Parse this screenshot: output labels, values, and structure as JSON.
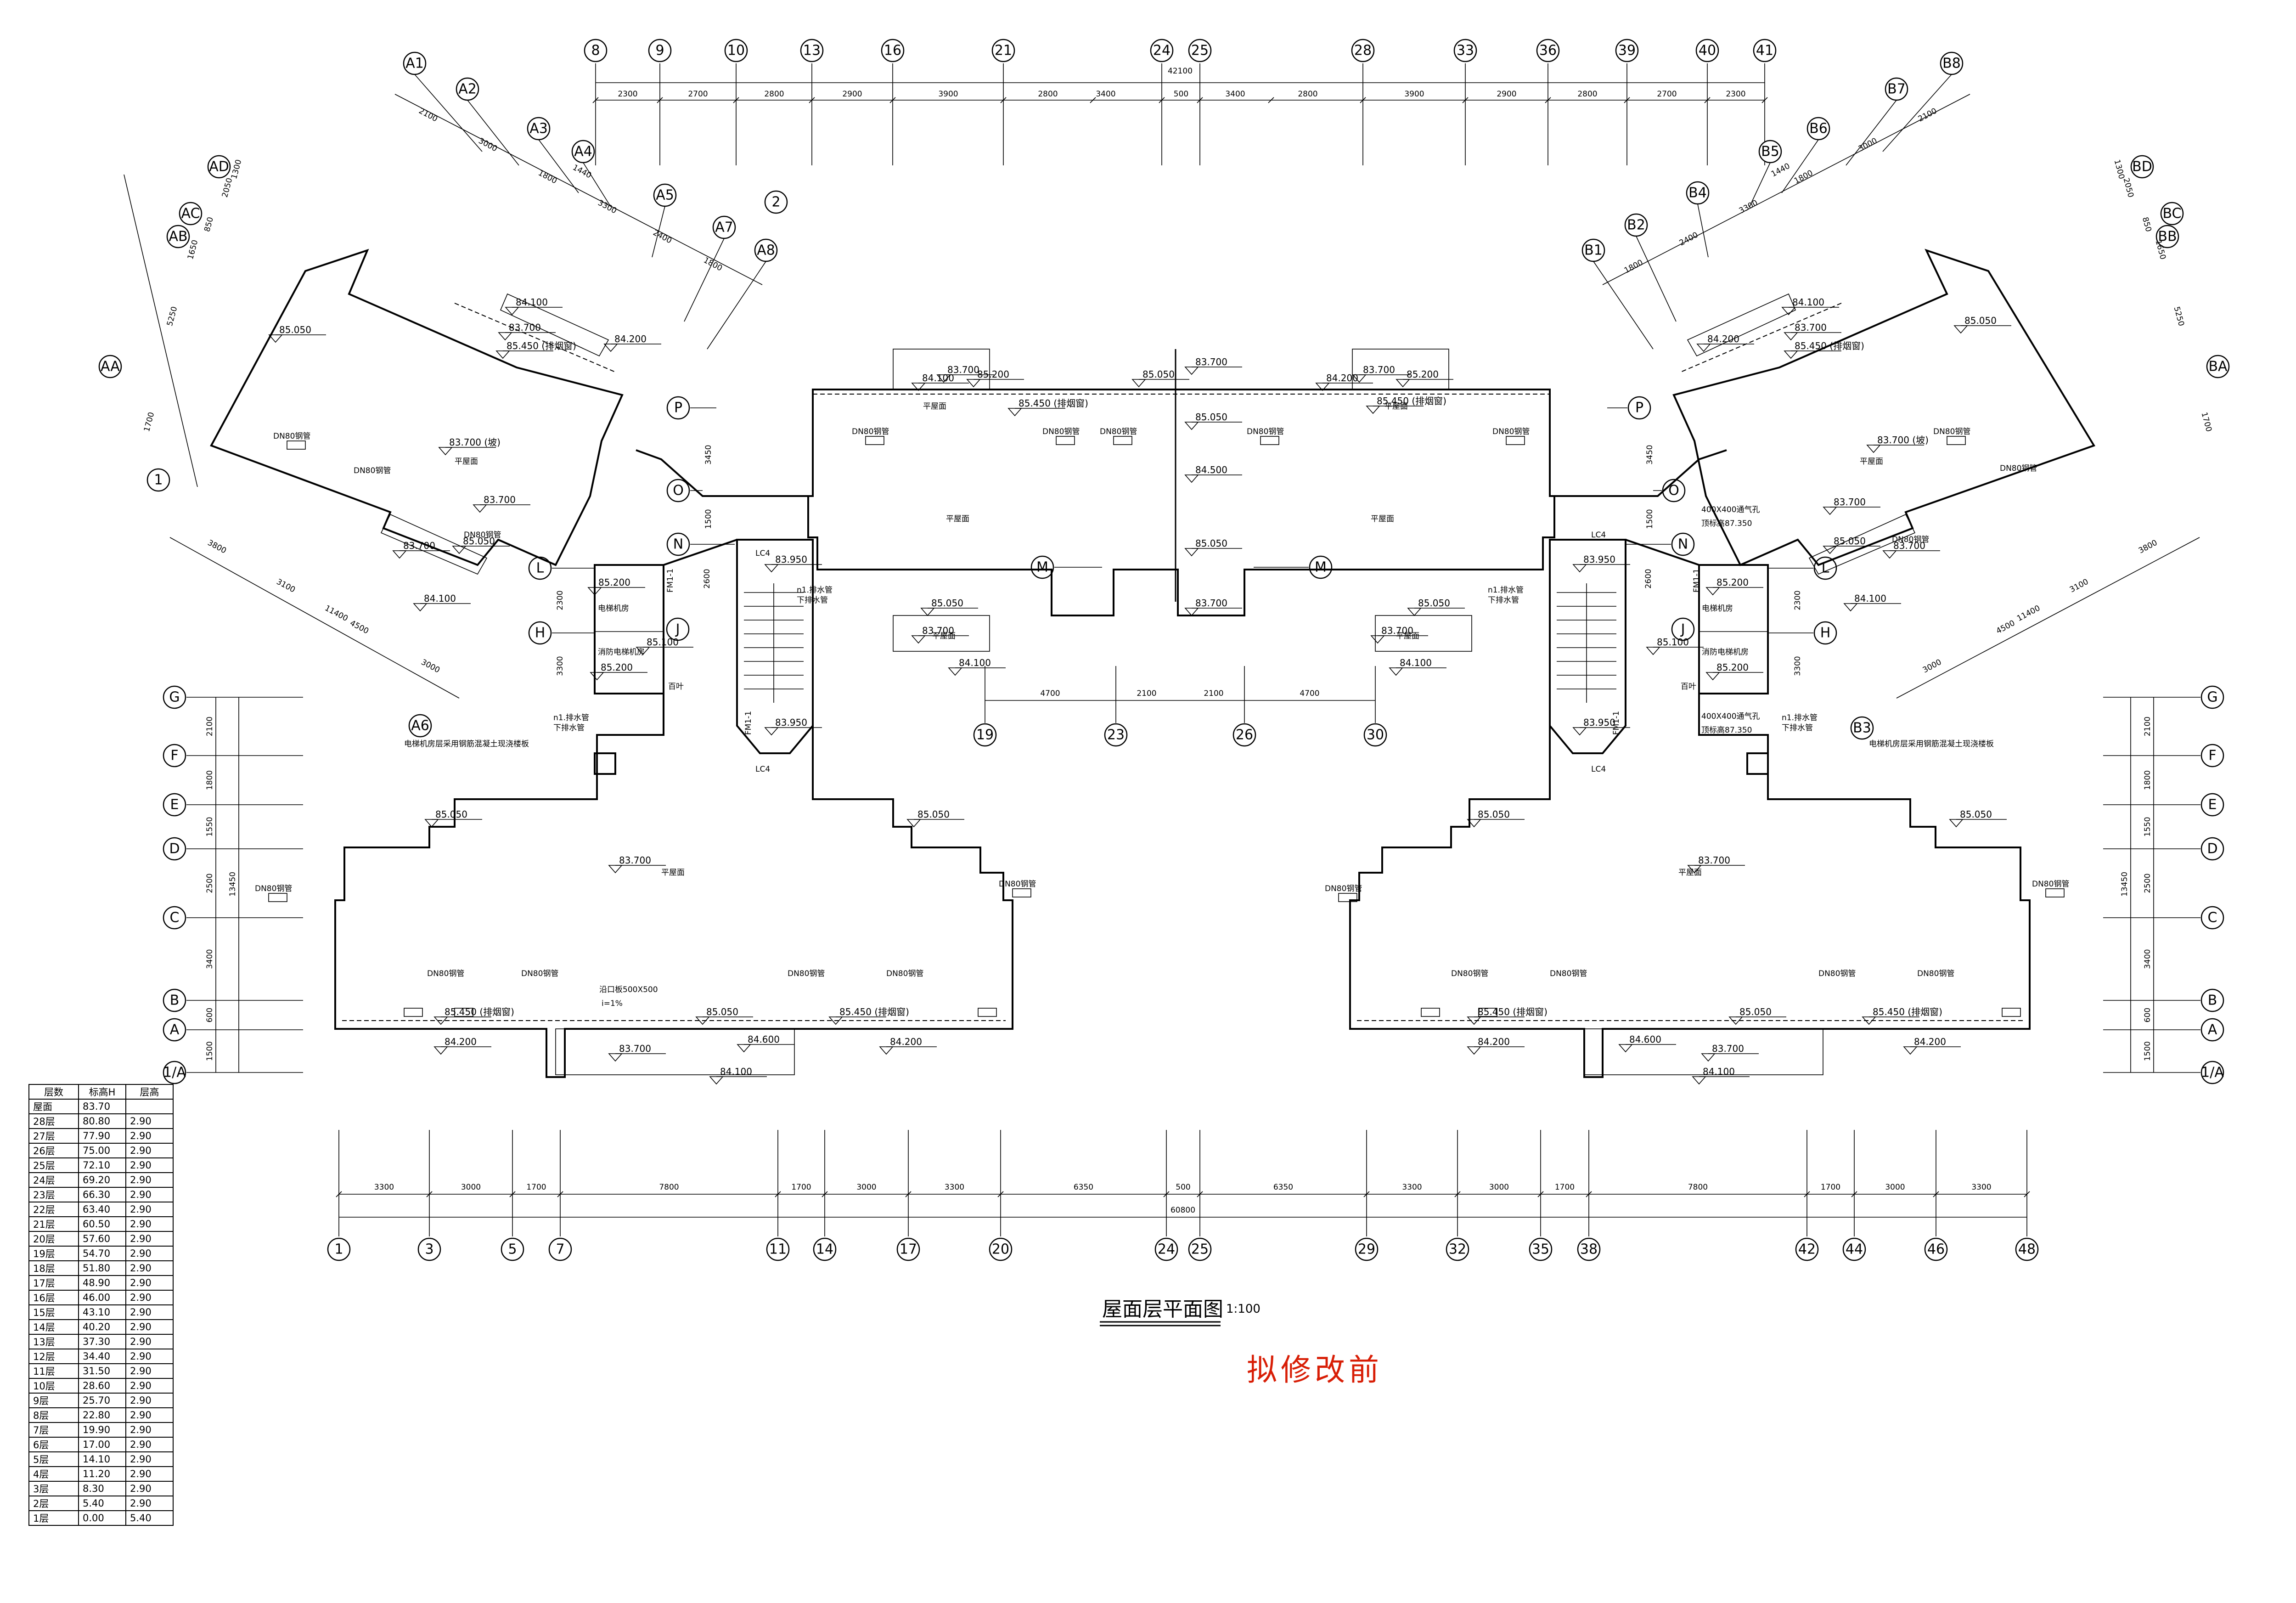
{
  "drawing": {
    "title": "屋面层平面图",
    "scale": "1:100",
    "stamp": "拟修改前",
    "stamp_color": "#d81e06",
    "line_color": "#000000",
    "background": "#ffffff"
  },
  "top_axes": [
    "8",
    "9",
    "10",
    "13",
    "16",
    "21",
    "24",
    "25",
    "28",
    "33",
    "36",
    "39",
    "40",
    "41"
  ],
  "top_dims": [
    "2300",
    "2700",
    "2800",
    "2900",
    "3900",
    "2800",
    "3400",
    "500",
    "3400",
    "2800",
    "3900",
    "2900",
    "2800",
    "2700",
    "2300"
  ],
  "top_total": "42100",
  "bottom_axes": [
    "1",
    "3",
    "5",
    "7",
    "11",
    "14",
    "17",
    "20",
    "24",
    "25",
    "29",
    "32",
    "35",
    "38",
    "42",
    "44",
    "46",
    "48"
  ],
  "bottom_dims": [
    "3300",
    "3000",
    "1700",
    "7800",
    "1700",
    "3000",
    "3300",
    "6350",
    "500",
    "6350",
    "3300",
    "3000",
    "1700",
    "7800",
    "1700",
    "3000",
    "3300"
  ],
  "bottom_total": "60800",
  "left_axes": [
    "G",
    "F",
    "E",
    "D",
    "C",
    "B",
    "A",
    "1/A"
  ],
  "left_dims": [
    "2100",
    "1800",
    "1550",
    "2500",
    "3400",
    "600",
    "1500"
  ],
  "left_total": "13450",
  "right_axes": [
    "G",
    "F",
    "E",
    "D",
    "C",
    "B",
    "A",
    "1/A"
  ],
  "right_dims": [
    "2100",
    "1800",
    "1550",
    "2500",
    "3400",
    "600",
    "1500"
  ],
  "right_total": "13450",
  "mid_axes": [
    "19",
    "23",
    "26",
    "30"
  ],
  "mid_dims": [
    "4700",
    "2100",
    "2100",
    "4700"
  ],
  "center_axes": [
    "P",
    "O",
    "N",
    "M",
    "L",
    "H",
    "J"
  ],
  "left_wing_axes": [
    "A1",
    "A2",
    "A3",
    "A4",
    "A5",
    "A6",
    "A7",
    "A8",
    "AA",
    "AB",
    "AC",
    "AD",
    "1",
    "2"
  ],
  "left_wing_dims": [
    "2100",
    "3000",
    "1800",
    "3300",
    "2400",
    "1800",
    "1440",
    "1700",
    "5250",
    "1650",
    "850",
    "2050",
    "1300",
    "3800",
    "3100",
    "4500",
    "3000",
    "11400"
  ],
  "right_wing_axes": [
    "B1",
    "B2",
    "B3",
    "B4",
    "B5",
    "B6",
    "B7",
    "B8",
    "BA",
    "BB",
    "BC",
    "BD"
  ],
  "right_wing_dims": [
    "1800",
    "2400",
    "3300",
    "1800",
    "3000",
    "2100",
    "1440",
    "1700",
    "5250",
    "1650",
    "850",
    "2050",
    "1300",
    "3800",
    "3100",
    "4500",
    "3000",
    "11400"
  ],
  "center_dims": [
    "3450",
    "1500",
    "2600",
    "2300",
    "3300"
  ],
  "elevations": [
    "85.050",
    "84.100",
    "84.200",
    "83.700",
    "85.450",
    "84.500",
    "85.200",
    "85.100",
    "83.950",
    "84.600",
    "85.050",
    "83.700 (坡)",
    "85.450 (排烟窗)"
  ],
  "notes": {
    "drain": "DN80钢管",
    "flat_roof": "平屋面",
    "elevator": "电梯机房",
    "fire_elevator": "消防电梯机房",
    "pipe_note": "n1.排水管",
    "vent": "400X400通气孔",
    "vent_level": "顶标高87.350",
    "window": "LC4",
    "door": "FM1-1",
    "elev_note": "电梯机房层采用钢筋混凝土现浇楼板",
    "gutter": "沿口板500X500",
    "gutter_slope": "i=1%",
    "grille": "百叶",
    "misc": "下排水管"
  },
  "level_table": {
    "headers": [
      "层数",
      "标高H",
      "层高"
    ],
    "rows": [
      [
        "屋面",
        "83.70",
        ""
      ],
      [
        "28层",
        "80.80",
        "2.90"
      ],
      [
        "27层",
        "77.90",
        "2.90"
      ],
      [
        "26层",
        "75.00",
        "2.90"
      ],
      [
        "25层",
        "72.10",
        "2.90"
      ],
      [
        "24层",
        "69.20",
        "2.90"
      ],
      [
        "23层",
        "66.30",
        "2.90"
      ],
      [
        "22层",
        "63.40",
        "2.90"
      ],
      [
        "21层",
        "60.50",
        "2.90"
      ],
      [
        "20层",
        "57.60",
        "2.90"
      ],
      [
        "19层",
        "54.70",
        "2.90"
      ],
      [
        "18层",
        "51.80",
        "2.90"
      ],
      [
        "17层",
        "48.90",
        "2.90"
      ],
      [
        "16层",
        "46.00",
        "2.90"
      ],
      [
        "15层",
        "43.10",
        "2.90"
      ],
      [
        "14层",
        "40.20",
        "2.90"
      ],
      [
        "13层",
        "37.30",
        "2.90"
      ],
      [
        "12层",
        "34.40",
        "2.90"
      ],
      [
        "11层",
        "31.50",
        "2.90"
      ],
      [
        "10层",
        "28.60",
        "2.90"
      ],
      [
        "9层",
        "25.70",
        "2.90"
      ],
      [
        "8层",
        "22.80",
        "2.90"
      ],
      [
        "7层",
        "19.90",
        "2.90"
      ],
      [
        "6层",
        "17.00",
        "2.90"
      ],
      [
        "5层",
        "14.10",
        "2.90"
      ],
      [
        "4层",
        "11.20",
        "2.90"
      ],
      [
        "3层",
        "8.30",
        "2.90"
      ],
      [
        "2层",
        "5.40",
        "2.90"
      ],
      [
        "1层",
        "0.00",
        "5.40"
      ]
    ]
  }
}
